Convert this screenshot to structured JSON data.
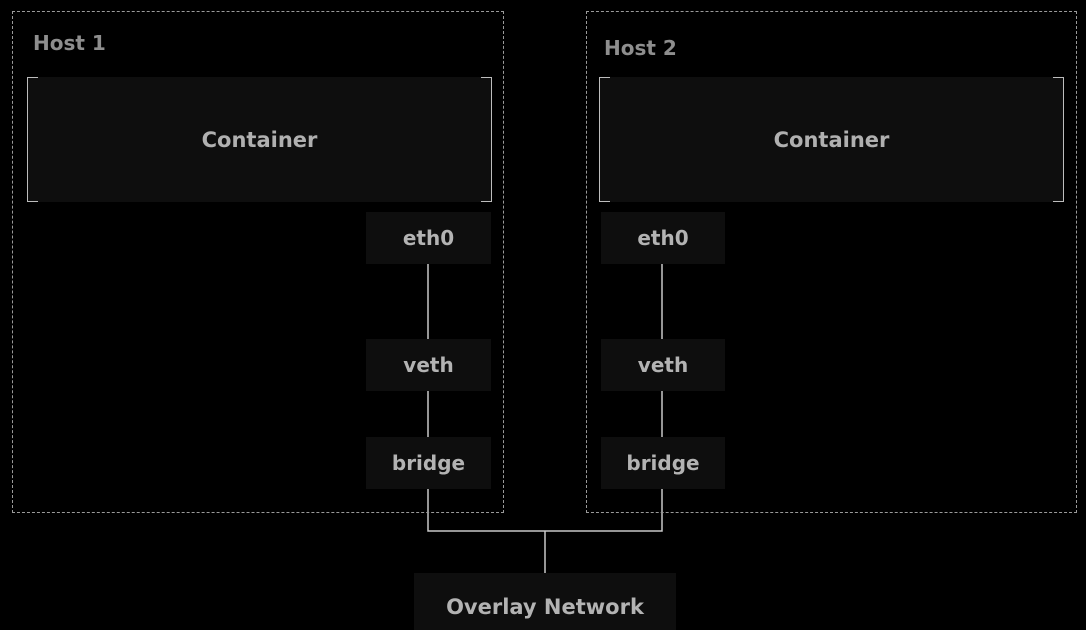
{
  "hosts": [
    {
      "label": "Host 1",
      "container": "Container",
      "interfaces": {
        "eth0": "eth0",
        "veth": "veth",
        "bridge": "bridge"
      }
    },
    {
      "label": "Host 2",
      "container": "Container",
      "interfaces": {
        "eth0": "eth0",
        "veth": "veth",
        "bridge": "bridge"
      }
    }
  ],
  "network": {
    "label": "Overlay Network"
  },
  "colors": {
    "background": "#000000",
    "box_fill": "#0e0e0e",
    "text": "#b3b3b3",
    "host_label": "#8e8e8e",
    "lines": "#c8c8c8"
  }
}
